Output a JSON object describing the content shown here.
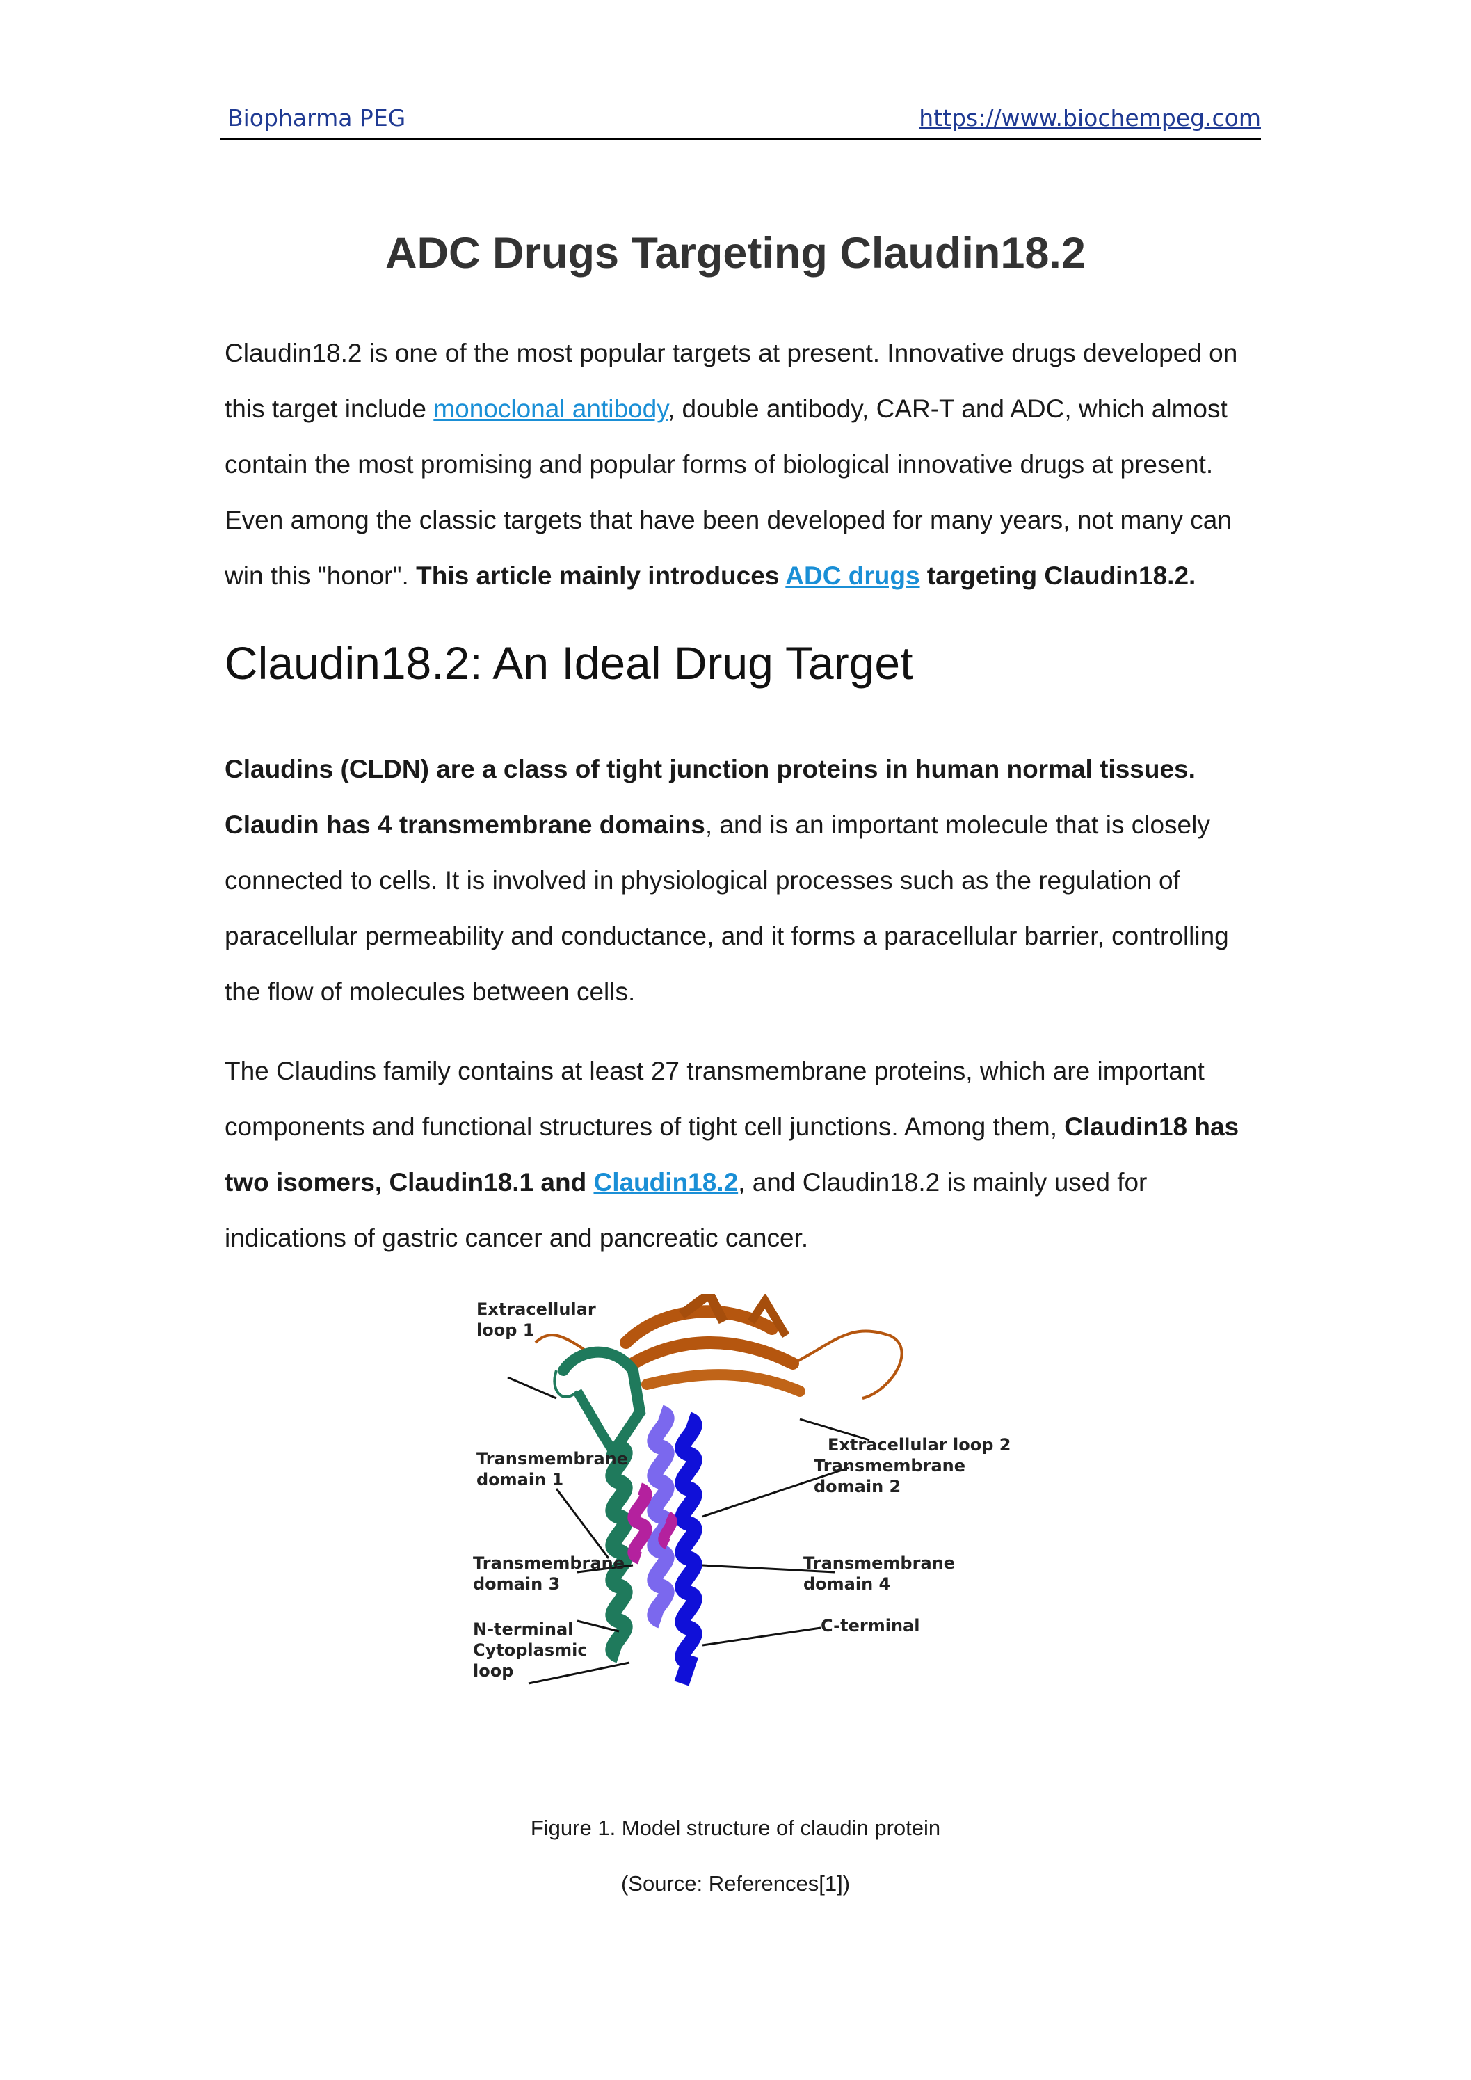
{
  "header": {
    "left": "Biopharma PEG",
    "right": "https://www.biochempeg.com"
  },
  "title": "ADC Drugs Targeting Claudin18.2",
  "intro": {
    "t1": "Claudin18.2 is one of the most popular targets at present. Innovative drugs developed on this target include ",
    "link1": "monoclonal antibody",
    "t2": ", double antibody, CAR-T and ADC, which almost contain the most promising and popular forms of biological innovative drugs at present. Even among the classic targets that have been developed for many years, not many can win this \"honor\". ",
    "bold1": "This article mainly introduces ",
    "link2": "ADC drugs",
    "bold2": " targeting Claudin18.2."
  },
  "section_heading": "Claudin18.2: An Ideal Drug Target",
  "para2": {
    "bold": "Claudins (CLDN) are a class of tight junction proteins in human normal tissues. Claudin has 4 transmembrane domains",
    "rest": ", and is an important molecule that is closely connected to cells. It is involved in physiological processes such as the regulation of paracellular permeability and conductance, and it forms a paracellular barrier, controlling the flow of molecules between cells."
  },
  "para3": {
    "t1": "The Claudins family contains at least 27 transmembrane proteins, which are important components and functional structures of tight cell junctions. Among them, ",
    "bold1": "Claudin18 has two isomers, Claudin18.1 and ",
    "link": "Claudin18.2",
    "t2": ", and Claudin18.2 is mainly used for indications of gastric cancer and pancreatic cancer."
  },
  "figure": {
    "labels": {
      "ecl1_a": "Extracellular",
      "ecl1_b": "loop 1",
      "ecl2": "Extracellular loop 2",
      "tm1_a": "Transmembrane",
      "tm1_b": "domain 1",
      "tm2_a": "Transmembrane",
      "tm2_b": "domain 2",
      "tm3_a": "Transmembrane",
      "tm3_b": "domain 3",
      "tm4_a": "Transmembrane",
      "tm4_b": "domain 4",
      "nterm": "N-terminal",
      "cyto_a": "Cytoplasmic",
      "cyto_b": "loop",
      "cterm": "C-terminal"
    },
    "colors": {
      "loop2": "#b5560f",
      "loop1": "#1f7a5c",
      "helix_violet": "#7b68ee",
      "helix_magenta": "#b4219e",
      "helix_blue": "#1010d8"
    },
    "caption": "Figure 1. Model structure of claudin protein",
    "source": "(Source: References[1])"
  }
}
